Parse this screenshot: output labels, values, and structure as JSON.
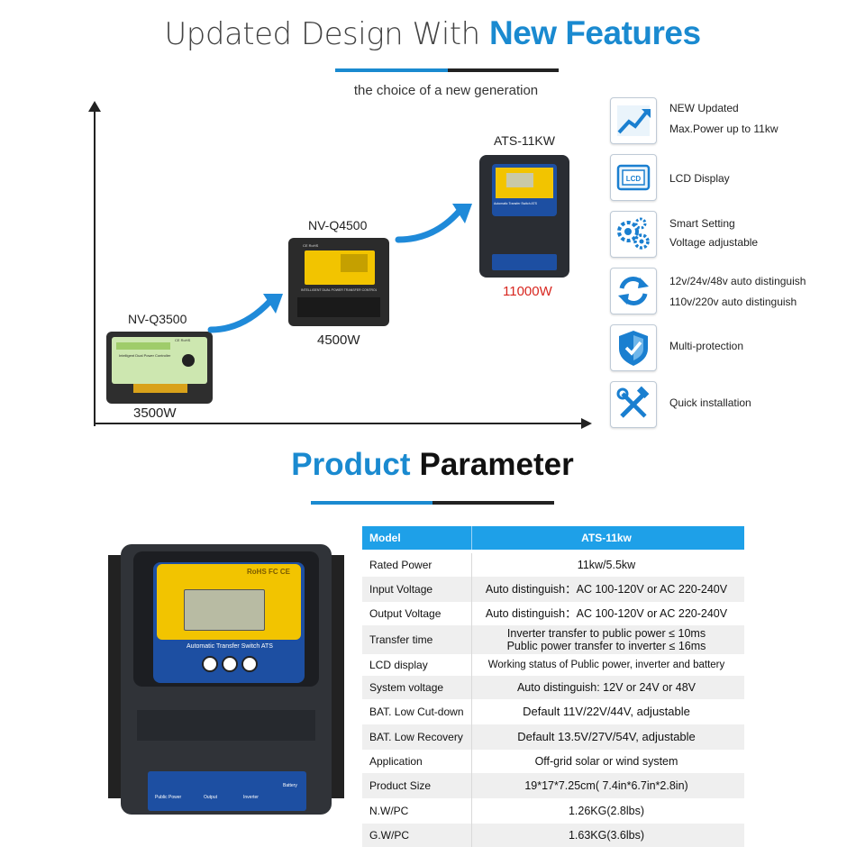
{
  "header": {
    "title_light": "Updated Design With ",
    "title_bold": "New Features",
    "subtitle": "the choice of a new generation"
  },
  "evolution": {
    "models": [
      {
        "name": "NV-Q3500",
        "power": "3500W"
      },
      {
        "name": "NV-Q4500",
        "power": "4500W"
      },
      {
        "name": "ATS-11KW",
        "power": "11000W"
      }
    ]
  },
  "device_labels": {
    "q3500_brand": "CE RoHS",
    "q3500_name": "Intelligent Dual Power Controller",
    "q4500_brand": "CE RoHS",
    "q4500_name": "INTELLIGENT DUAL POWER TRANSFER CONTROLLER",
    "ats_small_name": "Automatic Transfer Switch ATS",
    "ats_badge": "RoHS FC CE",
    "ats_name": "Automatic Transfer Switch ATS",
    "terminal_public": "Public Power",
    "terminal_output": "Output",
    "terminal_inverter": "Inverter",
    "terminal_battery": "Battery"
  },
  "features": [
    {
      "icon": "trend-up-icon",
      "line1": "NEW Updated",
      "line2": "Max.Power up to 11kw"
    },
    {
      "icon": "lcd-icon",
      "line1": "LCD Display",
      "line2": ""
    },
    {
      "icon": "gears-icon",
      "line1": "Smart Setting",
      "line2": "Voltage  adjustable"
    },
    {
      "icon": "refresh-icon",
      "line1": "12v/24v/48v auto distinguish",
      "line2": "110v/220v auto distinguish"
    },
    {
      "icon": "shield-icon",
      "line1": "Multi-protection",
      "line2": ""
    },
    {
      "icon": "tools-icon",
      "line1": "Quick installation",
      "line2": ""
    }
  ],
  "parameter": {
    "title_blue": "Product",
    "title_dark": "Parameter"
  },
  "table": {
    "header": {
      "label": "Model",
      "value": "ATS-11kw"
    },
    "rows": [
      {
        "label": "Rated Power",
        "value": "11kw/5.5kw"
      },
      {
        "label": "Input Voltage",
        "value": "Auto distinguish：AC 100-120V or AC 220-240V"
      },
      {
        "label": "Output Voltage",
        "value": "Auto distinguish：AC 100-120V or AC 220-240V"
      },
      {
        "label": "Transfer time",
        "value": "Inverter transfer to public power ≤ 10ms",
        "value2": "Public power transfer to inverter ≤ 16ms"
      },
      {
        "label": "LCD display",
        "value": "Working status of Public power, inverter and battery"
      },
      {
        "label": "System voltage",
        "value": "Auto distinguish:  12V or 24V or 48V"
      },
      {
        "label": "BAT. Low Cut-down",
        "value": "Default 11V/22V/44V,   adjustable"
      },
      {
        "label": "BAT. Low Recovery",
        "value": "Default 13.5V/27V/54V,   adjustable"
      },
      {
        "label": "Application",
        "value": "Off-grid solar or wind system"
      },
      {
        "label": "Product Size",
        "value": "19*17*7.25cm( 7.4in*6.7in*2.8in)"
      },
      {
        "label": "N.W/PC",
        "value": "1.26KG(2.8lbs)"
      },
      {
        "label": "G.W/PC",
        "value": "1.63KG(3.6lbs)"
      }
    ]
  },
  "colors": {
    "accent_blue": "#1a8ad0",
    "table_header": "#1ea0e8",
    "power_red": "#d8261f",
    "lcd_yellow": "#f2c400",
    "device_blue": "#1d4fa2"
  }
}
